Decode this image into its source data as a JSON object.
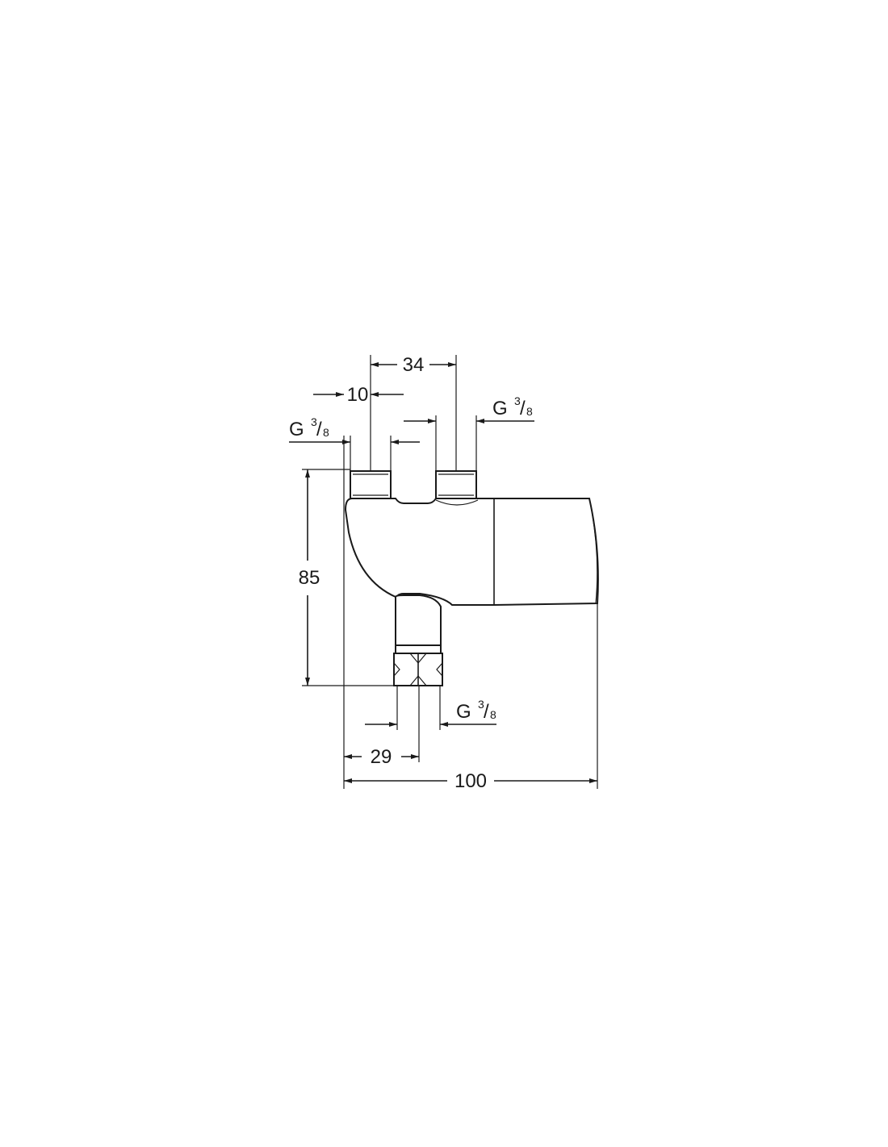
{
  "dimensions": {
    "top_spacing": "34",
    "inlet_offset": "10",
    "height": "85",
    "outlet_offset": "29",
    "overall_width": "100"
  },
  "threads": {
    "left_inlet": {
      "letter": "G",
      "numerator": "3",
      "slash": "/",
      "denominator": "8"
    },
    "right_inlet": {
      "letter": "G",
      "numerator": "3",
      "slash": "/",
      "denominator": "8"
    },
    "outlet": {
      "letter": "G",
      "numerator": "3",
      "slash": "/",
      "denominator": "8"
    }
  }
}
